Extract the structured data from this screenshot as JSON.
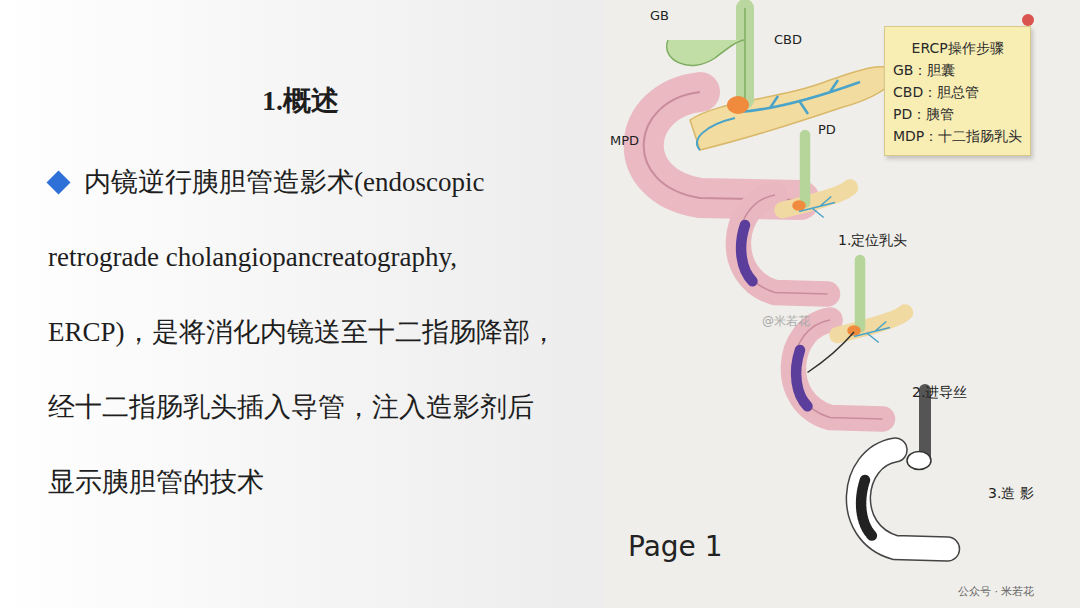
{
  "diagram": {
    "title": "1.概述",
    "nodes": [
      {
        "text": [
          "ERCP操作步骤",
          "GB：胆囊",
          "CBD：胆总管",
          "PD：胰管",
          "MDP：十二指肠乳头"
        ]
      }
    ],
    "labels": [
      "内镜逆行胰胆管造影术(endoscopic retrograde cholangiopancreatography, ERCP)，是将消化内镜送至十二指肠降部，经十二指肠乳头插入导管，注入造影剂后显示胰胆管的技术",
      "GB",
      "CBD",
      "MPD",
      "PD",
      "1.定位乳头",
      "2.进导丝",
      "3.造 影",
      "Page 1",
      "@米若花",
      "公众号 · 米若花"
    ]
  }
}
